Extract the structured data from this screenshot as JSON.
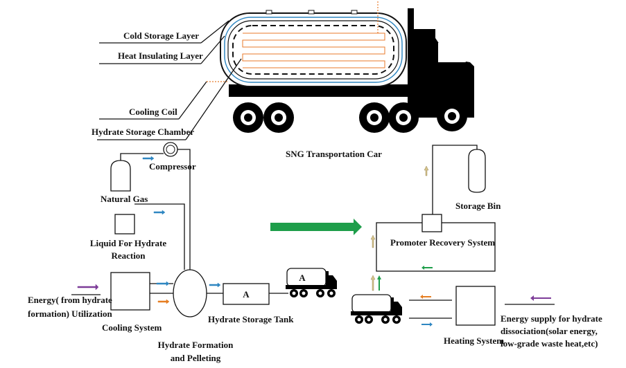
{
  "labels": {
    "cold_storage_layer": "Cold Storage Layer",
    "heat_insulating_layer": "Heat Insulating Layer",
    "cooling_coil": "Cooling Coil",
    "hydrate_storage_chamber": "Hydrate Storage Chamber",
    "sng_transportation_car": "SNG Transportation Car",
    "compressor": "Compressor",
    "natural_gas": "Natural Gas",
    "liquid_line1": "Liquid For Hydrate",
    "liquid_line2": "Reaction",
    "storage_bin": "Storage Bin",
    "promoter_recovery_system": "Promoter Recovery System",
    "energy_util_line1": "Energy( from hydrate",
    "energy_util_line2": "formation) Utilization",
    "cooling_system": "Cooling System",
    "hydrate_storage_tank": "Hydrate Storage Tank",
    "tank_letter": "A",
    "truck_letter": "A",
    "formation_line1": "Hydrate Formation",
    "formation_line2": "and Pelleting",
    "heating_system": "Heating System",
    "energy_supply_line1": "Energy supply for hydrate",
    "energy_supply_line2": "dissociation(solar energy,",
    "energy_supply_line3": "low-grade waste heat,etc)"
  },
  "colors": {
    "gas_arrow": "#2e86c1",
    "energy_arrow": "#7d3c98",
    "heat_arrow": "#e67e22",
    "green_arrow": "#1e9e4a",
    "cooling_coil": "#e87a2a",
    "tank_outline": "#2e86c1",
    "promoter_arrow": "#d4c28a"
  }
}
